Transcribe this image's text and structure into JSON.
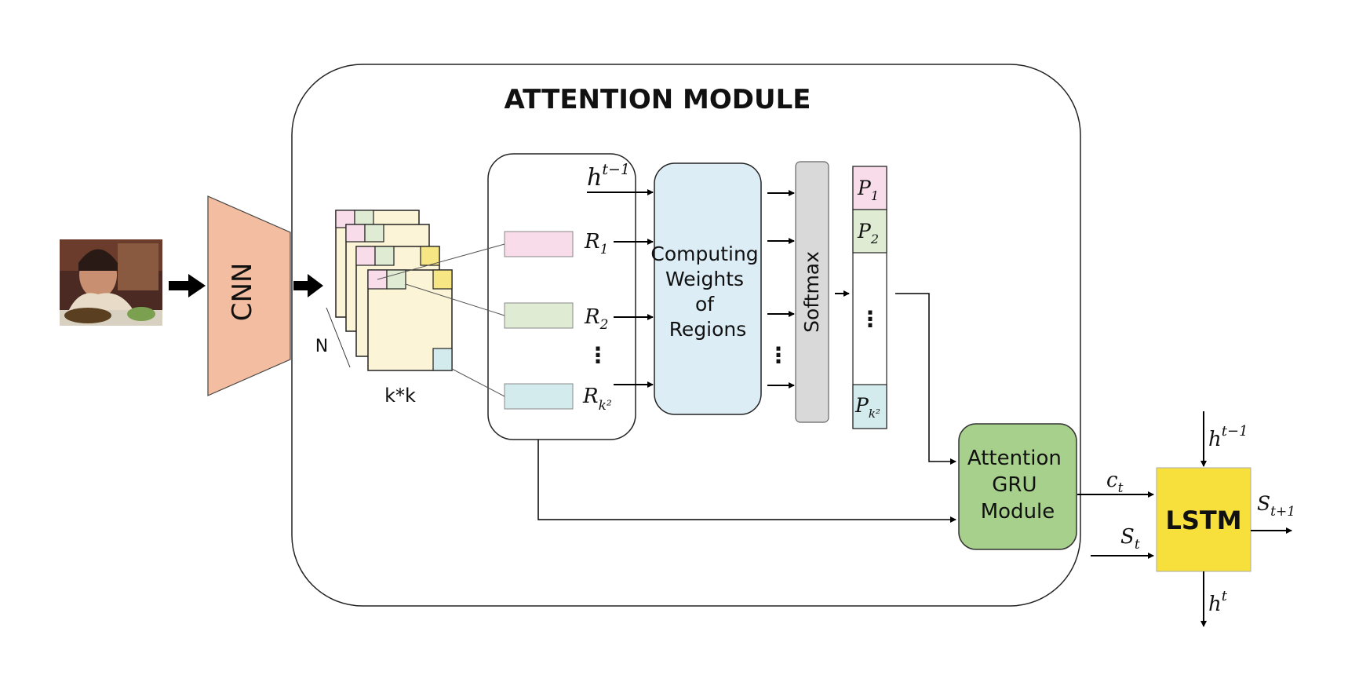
{
  "module_title": "ATTENTION MODULE",
  "cnn_label": "CNN",
  "n_label": "N",
  "grid_label": "k*k",
  "hidden_prev": {
    "base": "h",
    "sup": "t−1"
  },
  "regions": [
    {
      "base": "R",
      "sub": "1"
    },
    {
      "base": "R",
      "sub": "2"
    },
    {
      "base": "R",
      "sub": "k²"
    }
  ],
  "weights_box": {
    "lines": [
      "Computing",
      "Weights",
      "of",
      "Regions"
    ]
  },
  "softmax_label": "Softmax",
  "probabilities": [
    {
      "base": "P",
      "sub": "1"
    },
    {
      "base": "P",
      "sub": "2"
    },
    {
      "base": "P",
      "sub": "k²"
    }
  ],
  "ellipsis": "⋮",
  "gru_box": {
    "lines": [
      "Attention",
      "GRU",
      "Module"
    ]
  },
  "context": {
    "base": "c",
    "sub": "t"
  },
  "state_in": {
    "base": "S",
    "sub": "t"
  },
  "state_out": {
    "base": "S",
    "sub": "t+1"
  },
  "lstm_label": "LSTM",
  "lstm_hidden_in": {
    "base": "h",
    "sup": "t−1"
  },
  "lstm_hidden_out": {
    "base": "h",
    "sup": "t"
  },
  "colors": {
    "cnn": "#f2bda0",
    "feature_map": "#fbf4d6",
    "cell_pink": "#f9dce9",
    "cell_green": "#dfebd3",
    "cell_yellow": "#f7e684",
    "cell_blue": "#d4ebee",
    "weights_box": "#dcedf6",
    "softmax": "#d9d9d9",
    "gru": "#a7d08c",
    "lstm": "#f7e03b"
  }
}
